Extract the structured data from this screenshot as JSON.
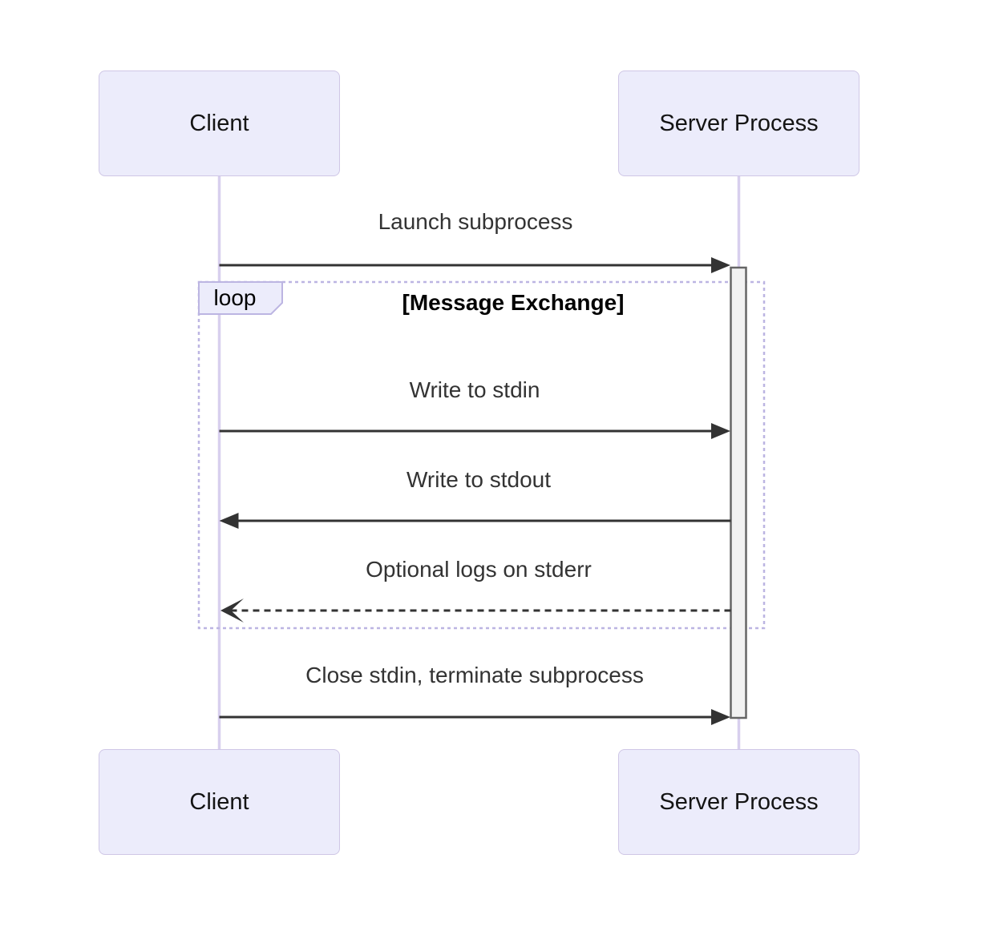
{
  "diagram": {
    "type": "sequence-diagram",
    "actors": [
      {
        "id": "client",
        "label": "Client"
      },
      {
        "id": "server",
        "label": "Server Process"
      }
    ],
    "messages": [
      {
        "index": 1,
        "label": "Launch subprocess",
        "from": "client",
        "to": "server",
        "line": "solid",
        "arrowhead": "filled"
      },
      {
        "index": 2,
        "label": "Write to stdin",
        "from": "client",
        "to": "server",
        "line": "solid",
        "arrowhead": "filled"
      },
      {
        "index": 3,
        "label": "Write to stdout",
        "from": "server",
        "to": "client",
        "line": "solid",
        "arrowhead": "filled"
      },
      {
        "index": 4,
        "label": "Optional logs on stderr",
        "from": "server",
        "to": "client",
        "line": "dashed",
        "arrowhead": "open"
      },
      {
        "index": 5,
        "label": "Close stdin, terminate subprocess",
        "from": "client",
        "to": "server",
        "line": "solid",
        "arrowhead": "filled"
      }
    ],
    "loop": {
      "label": "loop",
      "condition": "[Message Exchange]",
      "contains": [
        "Write to stdin",
        "Write to stdout",
        "Optional logs on stderr"
      ]
    },
    "activation": {
      "actor": "server",
      "spans_messages": "Launch subprocess → Close stdin, terminate subprocess"
    },
    "colors": {
      "background": "#ffffff",
      "actor_fill": "#ECECFB",
      "actor_border": "#CFC7E6",
      "lifeline": "#D8CFEE",
      "loop_border": "#BCB5E2",
      "loop_label_fill": "#ECECFB",
      "activation_fill": "#F2F2F2",
      "activation_border": "#666666",
      "message_line": "#333333",
      "message_text": "#333333"
    }
  }
}
